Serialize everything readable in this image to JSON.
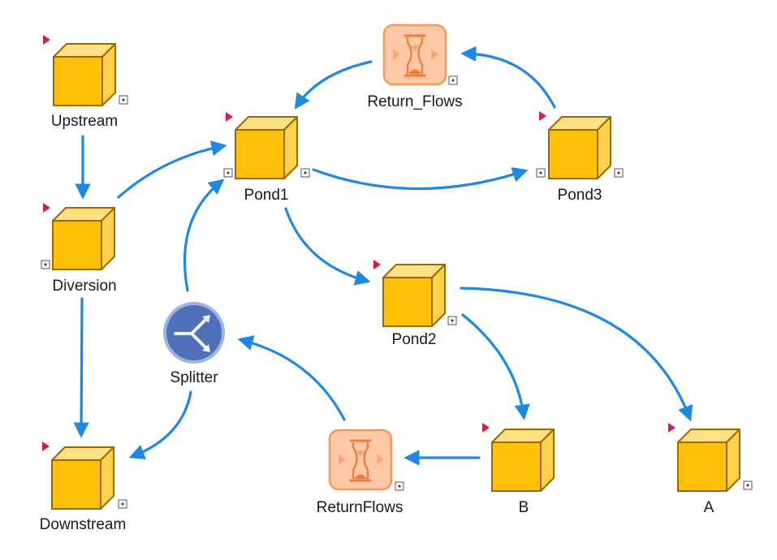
{
  "colors": {
    "arrow": "#1e88e5",
    "cube_front": "#ffc107",
    "cube_top": "#ffe082",
    "cube_side": "#ffd24d",
    "cube_edge": "#9a6a00",
    "flag": "#d81b4a",
    "delay_fill": "#ffc8a6",
    "delay_border": "#f59a5a",
    "delay_glyph": "#f07a36",
    "splitter_fill": "#4f6fb8",
    "splitter_ring": "#9fb4e3",
    "port_border": "#555555"
  },
  "nodes": [
    {
      "id": "upstream",
      "kind": "storage",
      "icon": "cube-icon",
      "label": "Upstream"
    },
    {
      "id": "diversion",
      "kind": "storage",
      "icon": "cube-icon",
      "label": "Diversion"
    },
    {
      "id": "downstream",
      "kind": "storage",
      "icon": "cube-icon",
      "label": "Downstream"
    },
    {
      "id": "pond1",
      "kind": "storage",
      "icon": "cube-icon",
      "label": "Pond1"
    },
    {
      "id": "pond2",
      "kind": "storage",
      "icon": "cube-icon",
      "label": "Pond2"
    },
    {
      "id": "pond3",
      "kind": "storage",
      "icon": "cube-icon",
      "label": "Pond3"
    },
    {
      "id": "b",
      "kind": "storage",
      "icon": "cube-icon",
      "label": "B"
    },
    {
      "id": "a",
      "kind": "storage",
      "icon": "cube-icon",
      "label": "A"
    },
    {
      "id": "return-flows-top",
      "kind": "delay",
      "icon": "hourglass-icon",
      "label": "Return_Flows"
    },
    {
      "id": "return-flows-bottom",
      "kind": "delay",
      "icon": "hourglass-icon",
      "label": "ReturnFlows"
    },
    {
      "id": "splitter",
      "kind": "splitter",
      "icon": "splitter-icon",
      "label": "Splitter"
    }
  ],
  "edges": [
    {
      "from": "upstream",
      "to": "diversion"
    },
    {
      "from": "diversion",
      "to": "pond1"
    },
    {
      "from": "diversion",
      "to": "downstream"
    },
    {
      "from": "pond1",
      "to": "pond3"
    },
    {
      "from": "pond3",
      "to": "return-flows-top"
    },
    {
      "from": "return-flows-top",
      "to": "pond1"
    },
    {
      "from": "pond1",
      "to": "pond2"
    },
    {
      "from": "pond2",
      "to": "b"
    },
    {
      "from": "pond2",
      "to": "a"
    },
    {
      "from": "b",
      "to": "return-flows-bottom"
    },
    {
      "from": "return-flows-bottom",
      "to": "splitter"
    },
    {
      "from": "splitter",
      "to": "pond1"
    },
    {
      "from": "splitter",
      "to": "downstream"
    }
  ]
}
